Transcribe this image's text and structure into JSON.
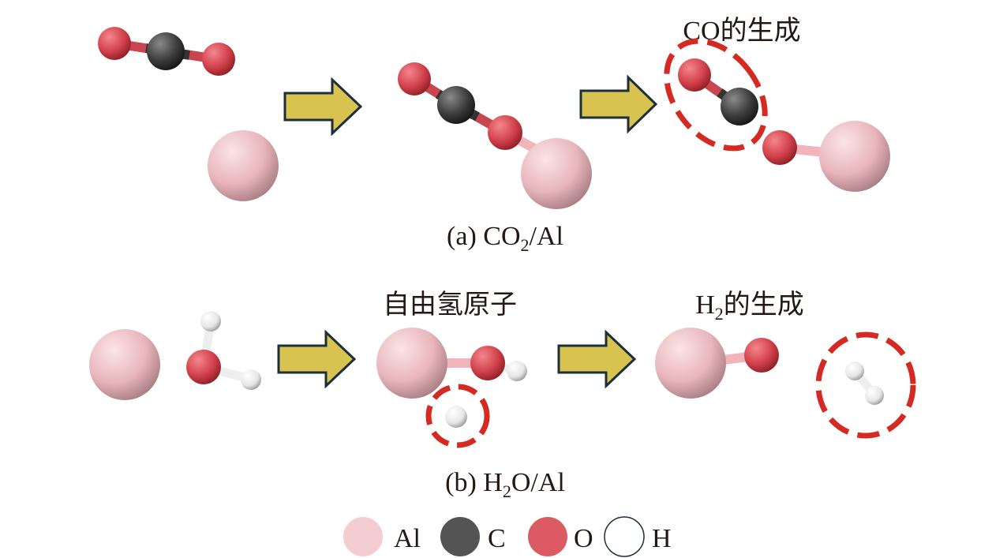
{
  "colors": {
    "al": "#f2c9cf",
    "c": "#545454",
    "o": "#dc5b63",
    "h": "#ffffff",
    "arrow": "#d9c350",
    "arrow_border": "#1b2f3d",
    "highlight": "#d42a22"
  },
  "panel_a": {
    "caption_prefix": "(a) CO",
    "caption_sub": "2",
    "caption_suffix": "/Al",
    "annotation": "CO的生成"
  },
  "panel_b": {
    "caption_prefix": "(b) H",
    "caption_sub": "2",
    "caption_suffix": "O/Al",
    "annotation_free_h": "自由氢原子",
    "annotation_h2_prefix": "H",
    "annotation_h2_sub": "2",
    "annotation_h2_suffix": "的生成"
  },
  "legend": [
    {
      "element": "al",
      "label": "Al"
    },
    {
      "element": "c",
      "label": "C"
    },
    {
      "element": "o",
      "label": "O"
    },
    {
      "element": "h",
      "label": "H"
    }
  ]
}
